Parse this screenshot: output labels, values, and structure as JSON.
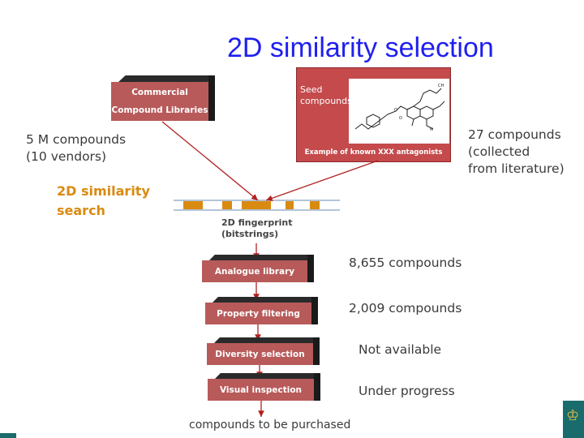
{
  "title": "2D similarity selection",
  "libraries": {
    "line1": "Commercial",
    "line2": "Compound Libraries"
  },
  "vendors_note": {
    "line1": "5 M compounds",
    "line2": "(10 vendors)"
  },
  "search_label": {
    "line1": "2D similarity",
    "line2": "search"
  },
  "seed": {
    "line1": "Seed",
    "line2": "compounds",
    "caption": "Example of known XXX antagonists"
  },
  "literature_note": {
    "line1": "27 compounds",
    "line2": "(collected",
    "line3": "from literature)"
  },
  "fingerprint": {
    "line1": "2D fingerprint",
    "line2": "(bitstrings)"
  },
  "steps": [
    {
      "label": "Analogue library",
      "count": "8,655 compounds"
    },
    {
      "label": "Property filtering",
      "count": "2,009 compounds"
    },
    {
      "label": "Diversity selection",
      "count": "Not available"
    },
    {
      "label": "Visual inspection",
      "count": "Under progress"
    }
  ],
  "final": "compounds to be purchased",
  "colors": {
    "title": "#1f1ff0",
    "box_front": "#b85a5a",
    "seed_panel": "#c44a4c",
    "highlight": "#d98a10",
    "arrow": "#b02020"
  }
}
